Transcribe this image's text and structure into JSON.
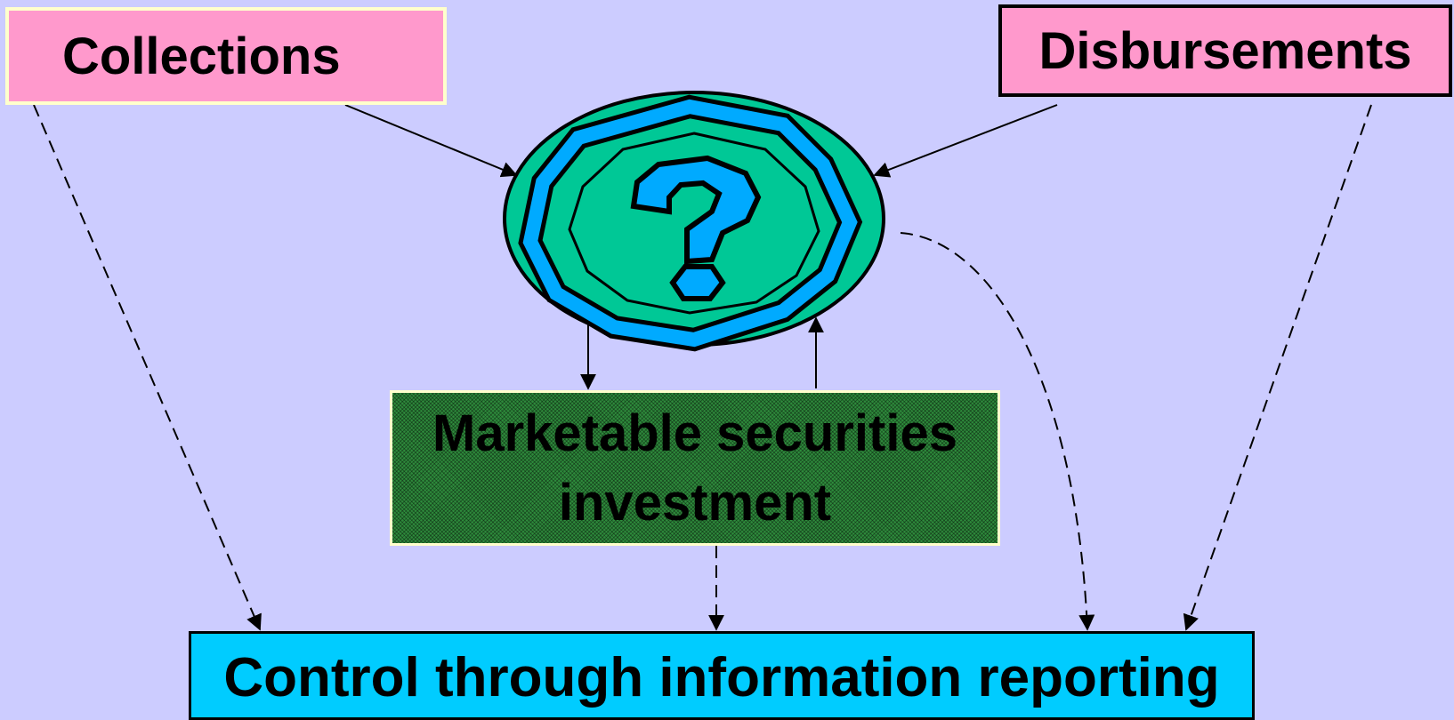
{
  "nodes": {
    "collections": "Collections",
    "disbursements": "Disbursements",
    "securities_line1": "Marketable securities",
    "securities_line2": "investment",
    "control": "Control through information reporting"
  },
  "icons": {
    "center": "question-mark-icon"
  },
  "colors": {
    "background": "#ccccff",
    "pink_box": "#ff99cc",
    "green_box": "#2e8b3c",
    "control_box": "#00ccff",
    "ellipse_fill": "#00c896",
    "spiral": "#00aaff"
  }
}
